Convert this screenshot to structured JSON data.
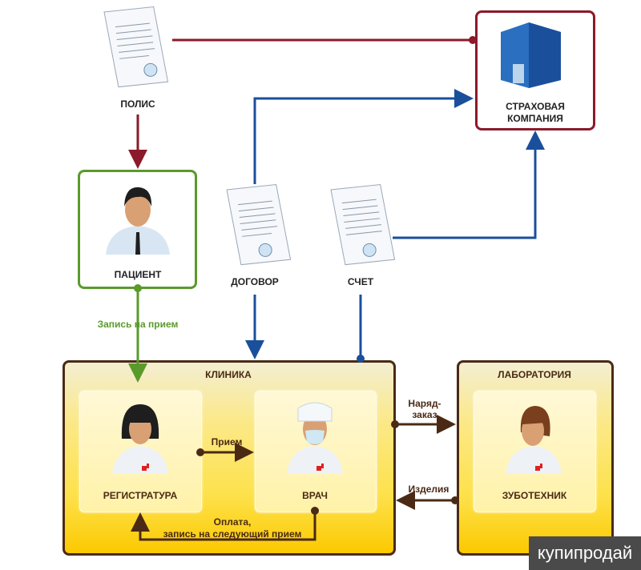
{
  "nodes": {
    "polis": "ПОЛИС",
    "insurance_line1": "СТРАХОВАЯ",
    "insurance_line2": "КОМПАНИЯ",
    "patient": "ПАЦИЕНТ",
    "contract": "ДОГОВОР",
    "invoice": "СЧЕТ",
    "clinic": "КЛИНИКА",
    "registry": "РЕГИСТРАТУРА",
    "doctor": "ВРАЧ",
    "lab": "ЛАБОРАТОРИЯ",
    "technician": "ЗУБОТЕХНИК"
  },
  "edges": {
    "appointment_request": "Запись на прием",
    "reception": "Прием",
    "payment_line1": "Оплата,",
    "payment_line2": "запись на следующий прием",
    "work_order_line1": "Наряд-",
    "work_order_line2": "заказ",
    "products": "Изделия"
  },
  "colors": {
    "red": "#8b1a2a",
    "green": "#5a9a2a",
    "blue": "#1a4f9c",
    "brown": "#4a2a15"
  },
  "watermark": "купипродай"
}
